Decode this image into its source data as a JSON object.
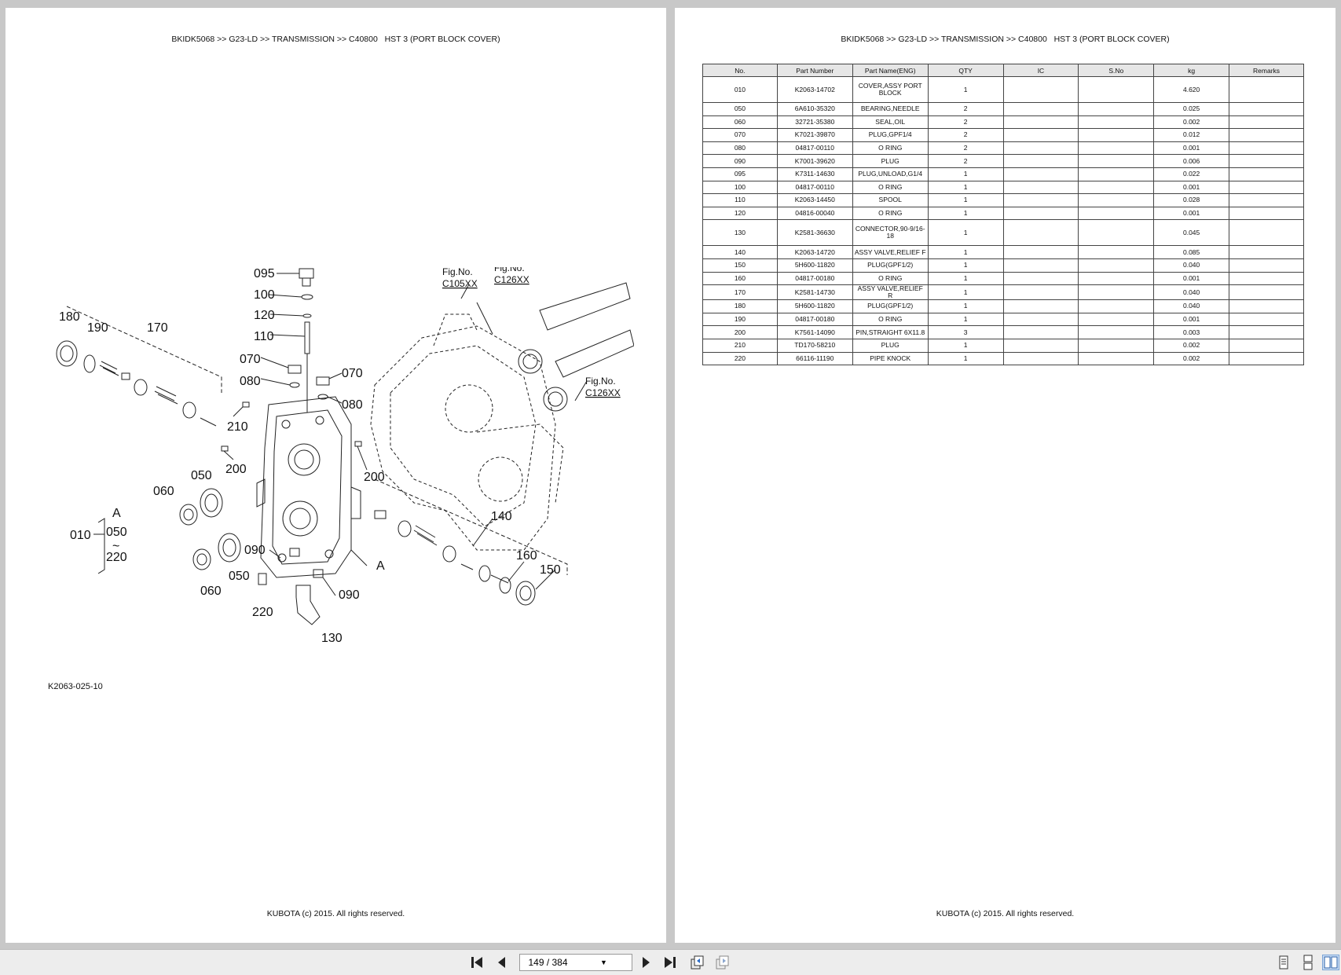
{
  "left_page": {
    "breadcrumb": "BKIDK5068 >> G23-LD >> TRANSMISSION >> C40800   HST 3 (PORT BLOCK COVER)",
    "figure_ref": "K2063-025-10",
    "footer": "KUBOTA (c) 2015. All rights reserved.",
    "callouts": {
      "c095": "095",
      "c100": "100",
      "c120": "120",
      "c110": "110",
      "c070a": "070",
      "c070b": "070",
      "c080a": "080",
      "c080b": "080",
      "c180": "180",
      "c190": "190",
      "c170": "170",
      "c210": "210",
      "c200a": "200",
      "c200b": "200",
      "c050a": "050",
      "c050b": "050",
      "c060a": "060",
      "c060b": "060",
      "c010": "010",
      "cA1": "A",
      "c050r": "050",
      "ctilde": "~",
      "c220r": "220",
      "c090a": "090",
      "c090b": "090",
      "cA2": "A",
      "c220": "220",
      "c130": "130",
      "c140": "140",
      "c160": "160",
      "c150": "150",
      "fig1a": "Fig.No.",
      "fig1b": "C105XX",
      "fig2a": "Fig.No.",
      "fig2b": "C126XX",
      "fig3a": "Fig.No.",
      "fig3b": "C126XX"
    }
  },
  "right_page": {
    "breadcrumb": "BKIDK5068 >> G23-LD >> TRANSMISSION >> C40800   HST 3 (PORT BLOCK COVER)",
    "footer": "KUBOTA (c) 2015. All rights reserved.",
    "table": {
      "headers": [
        "No.",
        "Part Number",
        "Part Name(ENG)",
        "QTY",
        "IC",
        "S.No",
        "kg",
        "Remarks"
      ],
      "rows": [
        [
          "010",
          "K2063-14702",
          "COVER,ASSY PORT BLOCK",
          "1",
          "",
          "",
          "4.620",
          ""
        ],
        [
          "050",
          "6A610-35320",
          "BEARING,NEEDLE",
          "2",
          "",
          "",
          "0.025",
          ""
        ],
        [
          "060",
          "32721-35380",
          "SEAL,OIL",
          "2",
          "",
          "",
          "0.002",
          ""
        ],
        [
          "070",
          "K7021-39870",
          "PLUG,GPF1/4",
          "2",
          "",
          "",
          "0.012",
          ""
        ],
        [
          "080",
          "04817-00110",
          "O RING",
          "2",
          "",
          "",
          "0.001",
          ""
        ],
        [
          "090",
          "K7001-39620",
          "PLUG",
          "2",
          "",
          "",
          "0.006",
          ""
        ],
        [
          "095",
          "K7311-14630",
          "PLUG,UNLOAD,G1/4",
          "1",
          "",
          "",
          "0.022",
          ""
        ],
        [
          "100",
          "04817-00110",
          "O RING",
          "1",
          "",
          "",
          "0.001",
          ""
        ],
        [
          "110",
          "K2063-14450",
          "SPOOL",
          "1",
          "",
          "",
          "0.028",
          ""
        ],
        [
          "120",
          "04816-00040",
          "O RING",
          "1",
          "",
          "",
          "0.001",
          ""
        ],
        [
          "130",
          "K2581-36630",
          "CONNECTOR,90-9/16-18",
          "1",
          "",
          "",
          "0.045",
          ""
        ],
        [
          "140",
          "K2063-14720",
          "ASSY VALVE,RELIEF F",
          "1",
          "",
          "",
          "0.085",
          ""
        ],
        [
          "150",
          "5H600-11820",
          "PLUG(GPF1/2)",
          "1",
          "",
          "",
          "0.040",
          ""
        ],
        [
          "160",
          "04817-00180",
          "O RING",
          "1",
          "",
          "",
          "0.001",
          ""
        ],
        [
          "170",
          "K2581-14730",
          "ASSY VALVE,RELIEF R",
          "1",
          "",
          "",
          "0.040",
          ""
        ],
        [
          "180",
          "5H600-11820",
          "PLUG(GPF1/2)",
          "1",
          "",
          "",
          "0.040",
          ""
        ],
        [
          "190",
          "04817-00180",
          "O RING",
          "1",
          "",
          "",
          "0.001",
          ""
        ],
        [
          "200",
          "K7561-14090",
          "PIN,STRAIGHT 6X11.8",
          "3",
          "",
          "",
          "0.003",
          ""
        ],
        [
          "210",
          "TD170-58210",
          "PLUG",
          "1",
          "",
          "",
          "0.002",
          ""
        ],
        [
          "220",
          "66116-11190",
          "PIPE KNOCK",
          "1",
          "",
          "",
          "0.002",
          ""
        ]
      ]
    }
  },
  "toolbar": {
    "page_indicator": "149 / 384",
    "icons": [
      "first-page-icon",
      "prev-page-icon",
      "next-page-icon",
      "last-page-icon",
      "go-back-icon",
      "go-forward-icon",
      "single-page-icon",
      "continuous-page-icon",
      "two-page-icon"
    ]
  }
}
